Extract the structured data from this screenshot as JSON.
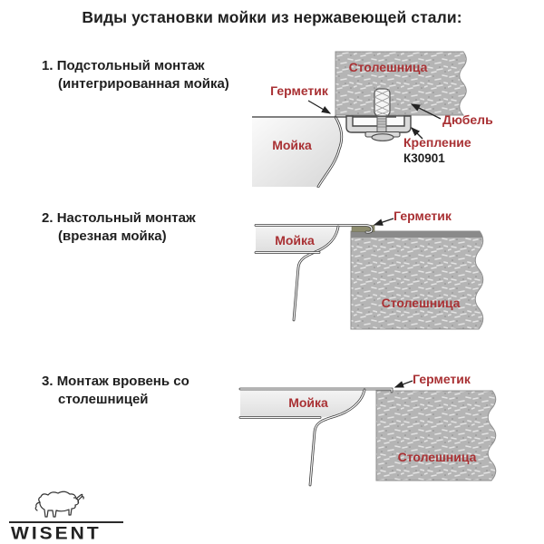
{
  "title": "Виды установки мойки из нержавеющей стали:",
  "items": [
    {
      "number": "1.",
      "title": "Подстольный монтаж",
      "subtitle": "(интегрированная мойка)"
    },
    {
      "number": "2.",
      "title": "Настольный монтаж",
      "subtitle": "(врезная мойка)"
    },
    {
      "number": "3.",
      "title": "Монтаж вровень со",
      "subtitle": "столешницей"
    }
  ],
  "diagrams": [
    {
      "labels": {
        "countertop": "Столешница",
        "sealant": "Герметик",
        "sink": "Мойка",
        "dowel": "Дюбель",
        "fastener": "Крепление",
        "fastener_code": "К30901"
      }
    },
    {
      "labels": {
        "sealant": "Герметик",
        "sink": "Мойка",
        "countertop": "Столешница"
      }
    },
    {
      "labels": {
        "sealant": "Герметик",
        "sink": "Мойка",
        "countertop": "Столешница"
      }
    }
  ],
  "logo": {
    "brand": "WISENT"
  },
  "colors": {
    "label_red": "#a93134",
    "countertop_gray": "#b5b5b5",
    "laminate_edge": "#8a8a8a",
    "sealant_olive": "#8d8c6e",
    "text": "#1f1f1f"
  }
}
